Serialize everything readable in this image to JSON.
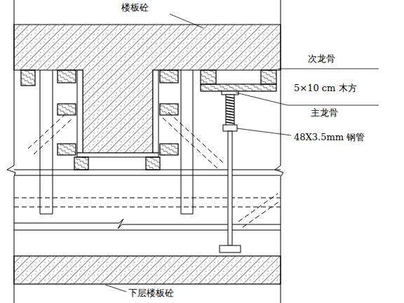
{
  "diagram": {
    "labels": [
      "楼板砼",
      "次龙骨",
      "5×10 cm 木方",
      "主龙骨",
      "48X3.5mm 钢管",
      "下层楼板砼"
    ]
  }
}
